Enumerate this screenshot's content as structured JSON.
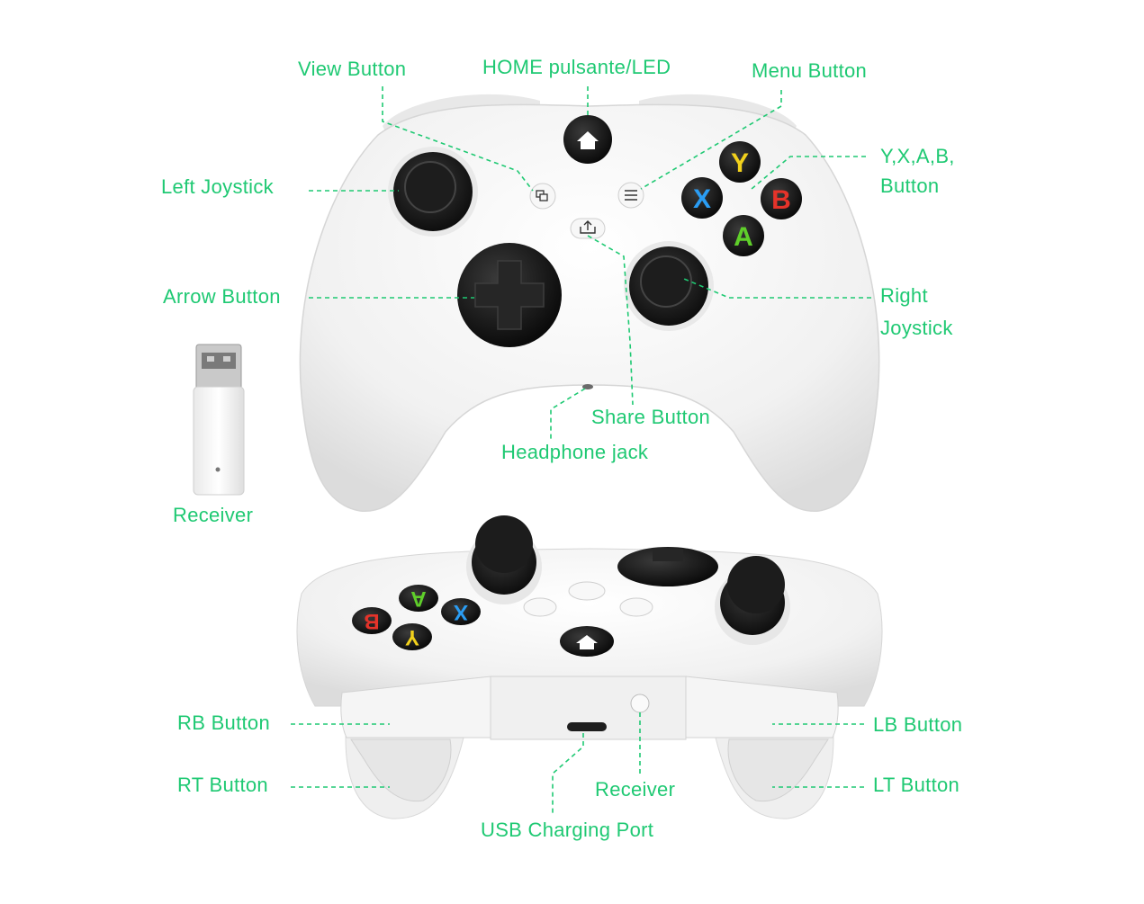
{
  "labels": {
    "view": "View Button",
    "home": "HOME pulsante/LED",
    "menu": "Menu Button",
    "yxab_1": "Y,X,A,B,",
    "yxab_2": "Button",
    "left_joystick": "Left Joystick",
    "arrow": "Arrow Button",
    "right_1": "Right",
    "right_2": "Joystick",
    "share": "Share Button",
    "headphone": "Headphone jack",
    "receiver_dongle": "Receiver",
    "rb": "RB Button",
    "rt": "RT Button",
    "lb": "LB Button",
    "lt": "LT Button",
    "receiver_back": "Receiver",
    "usb": "USB Charging Port"
  },
  "buttons": {
    "y": "Y",
    "x": "X",
    "a": "A",
    "b": "B"
  },
  "icons": [
    "home-icon",
    "view-icon",
    "menu-icon",
    "share-icon"
  ],
  "colors": {
    "label": "#1fc973",
    "y": "#f2d11c",
    "x": "#2a9df4",
    "a": "#5fcf2a",
    "b": "#e5332a",
    "body": "#f4f4f4",
    "black": "#151515"
  }
}
